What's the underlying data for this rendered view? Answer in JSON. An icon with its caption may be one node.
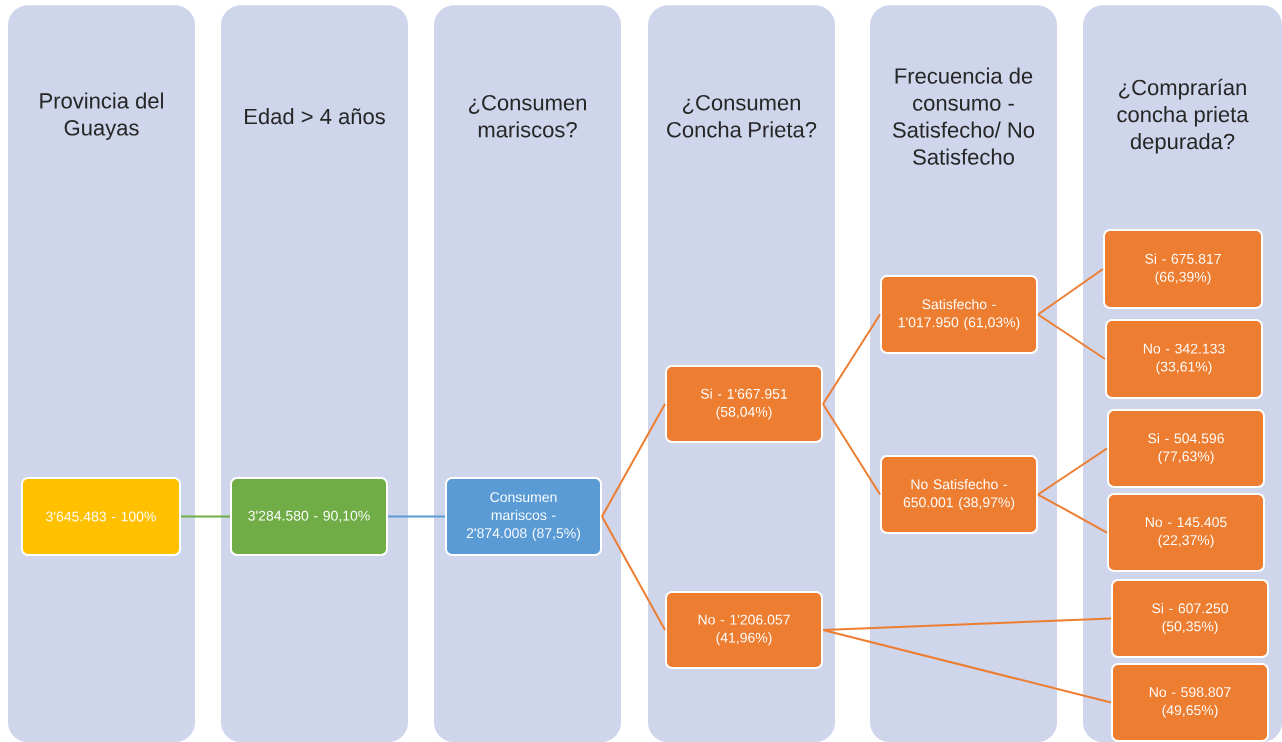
{
  "diagram": {
    "nodes": [
      {
        "text": [
          "Provincia del Guayas"
        ]
      },
      {
        "text": [
          "3'645.483  - 100%"
        ],
        "in": 0
      },
      {
        "text": [
          "Edad > 4 años"
        ]
      },
      {
        "text": [
          "3'284.580 - 90,10%"
        ],
        "in": 2
      },
      {
        "text": [
          "¿Consumen mariscos?"
        ]
      },
      {
        "text": [
          "Consumen mariscos - 2'874.008 (87,5%)"
        ],
        "in": 4
      },
      {
        "text": [
          "¿Consumen Concha Prieta?"
        ]
      },
      {
        "text": [
          "Si - 1'667.951 (58,04%)"
        ],
        "in": 6
      },
      {
        "text": [
          "No - 1'206.057 (41,96%)"
        ],
        "in": 6
      },
      {
        "text": [
          "Frecuencia de consumo - Satisfecho/ No Satisfecho"
        ]
      },
      {
        "text": [
          "Satisfecho - 1'017.950 (61,03%)"
        ],
        "in": 9
      },
      {
        "text": [
          "No Satisfecho - 650.001 (38,97%)"
        ],
        "in": 9
      },
      {
        "text": [
          "¿Comprarían concha prieta depurada?"
        ]
      },
      {
        "text": [
          "Si - 675.817 (66,39%)"
        ],
        "in": 12
      },
      {
        "text": [
          "No - 342.133 (33,61%)"
        ],
        "in": 12
      },
      {
        "text": [
          "Si - 504.596 (77,63%)"
        ],
        "in": 12
      },
      {
        "text": [
          "No - 145.405 (22,37%)"
        ],
        "in": 12
      },
      {
        "text": [
          "Si - 607.250 (50,35%)"
        ],
        "in": 12
      },
      {
        "text": [
          "No - 598.807 (49,65%)"
        ],
        "in": 12
      }
    ],
    "edges": [
      {
        "from": 1,
        "to": 3,
        "arrow": "none",
        "color": "#70ad47"
      },
      {
        "from": 3,
        "to": 5,
        "arrow": "none",
        "color": "#5b9bd5"
      },
      {
        "from": 5,
        "to": 7,
        "arrow": "none"
      },
      {
        "from": 5,
        "to": 8,
        "arrow": "none"
      },
      {
        "from": 7,
        "to": 10,
        "arrow": "none"
      },
      {
        "from": 7,
        "to": 11,
        "arrow": "none"
      },
      {
        "from": 10,
        "to": 13,
        "arrow": "none"
      },
      {
        "from": 10,
        "to": 14,
        "arrow": "none"
      },
      {
        "from": 11,
        "to": 15,
        "arrow": "none"
      },
      {
        "from": 11,
        "to": 16,
        "arrow": "none"
      },
      {
        "from": 8,
        "to": 17,
        "arrow": "none"
      },
      {
        "from": 8,
        "to": 18,
        "arrow": "none"
      }
    ]
  }
}
